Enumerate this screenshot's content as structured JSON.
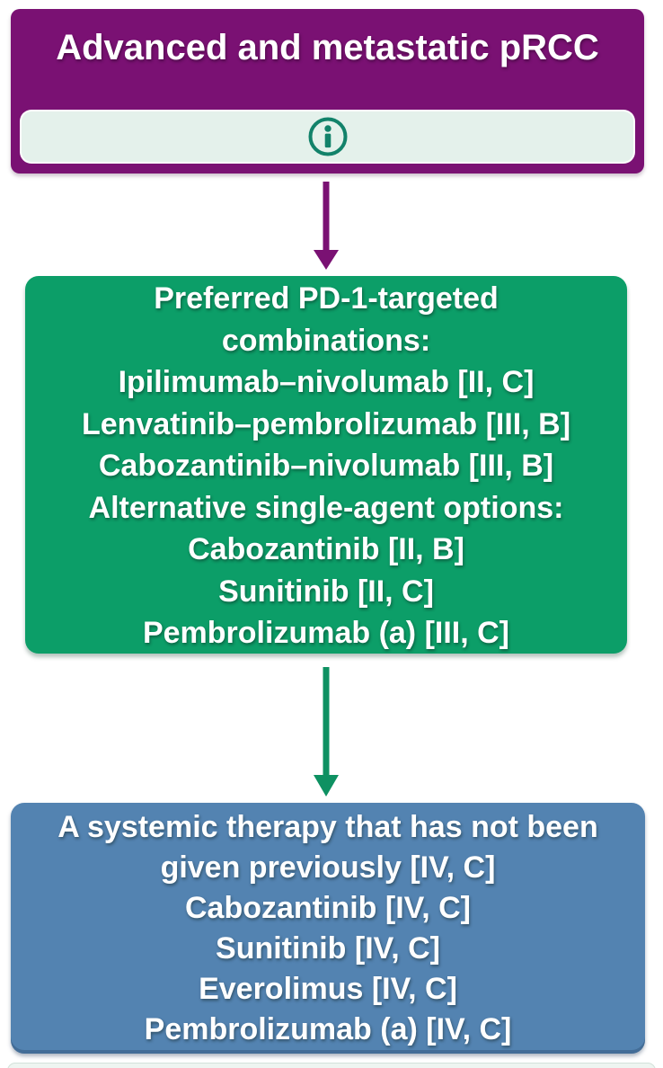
{
  "colors": {
    "purple": "#7a1173",
    "green": "#0c9e68",
    "green_arrow": "#0e9162",
    "blue": "#5383b1",
    "mint": "#e4f1eb",
    "icon_teal": "#12826a"
  },
  "flowchart": {
    "top_box": {
      "title": "Advanced and metastatic pRCC"
    },
    "preferred_box": {
      "lines": [
        "Preferred PD-1-targeted",
        "combinations:",
        "Ipilimumab–nivolumab [II, C]",
        "Lenvatinib–pembrolizumab [III, B]",
        "Cabozantinib–nivolumab [III, B]",
        "Alternative single-agent options:",
        "Cabozantinib [II, B]",
        "Sunitinib [II, C]",
        "Pembrolizumab (a) [III, C]"
      ]
    },
    "subsequent_box": {
      "lines": [
        "A systemic therapy that has not been",
        "given previously [IV, C]",
        "Cabozantinib [IV, C]",
        "Sunitinib [IV, C]",
        "Everolimus [IV, C]",
        "Pembrolizumab (a) [IV, C]"
      ]
    }
  }
}
